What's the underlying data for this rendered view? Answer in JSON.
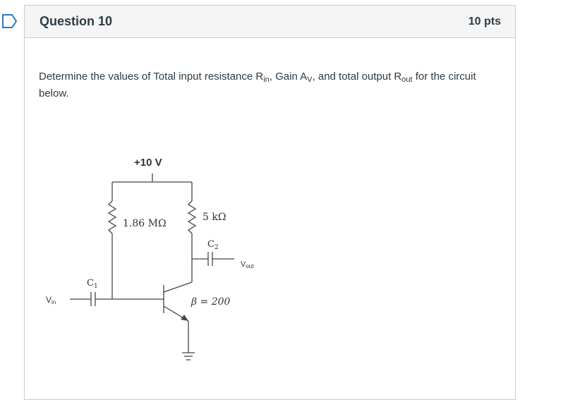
{
  "question": {
    "title": "Question 10",
    "points": "10 pts",
    "text_parts": {
      "p1": "Determine the values of Total input resistance R",
      "sub_in": "in",
      "p2": ", Gain A",
      "sub_v": "V",
      "p3": ", and total output R",
      "sub_out": "out",
      "p4": " for the circuit below."
    }
  },
  "circuit": {
    "supply_label": "+10 V",
    "rb_label": "1.86 MΩ",
    "rc_label": "5 kΩ",
    "c1_label": "C",
    "c1_sub": "1",
    "c2_label": "C",
    "c2_sub": "2",
    "vin_label": "V",
    "vin_sub": "in",
    "vout_label": "V",
    "vout_sub": "out",
    "beta_label": "β = 200"
  },
  "colors": {
    "flag_border": "#2b7abc",
    "header_bg": "#f5f5f5",
    "border": "#c7cdd1",
    "text": "#2d3b45",
    "wire": "#444444"
  },
  "icons": {
    "flag": "bookmark-flag-icon"
  }
}
